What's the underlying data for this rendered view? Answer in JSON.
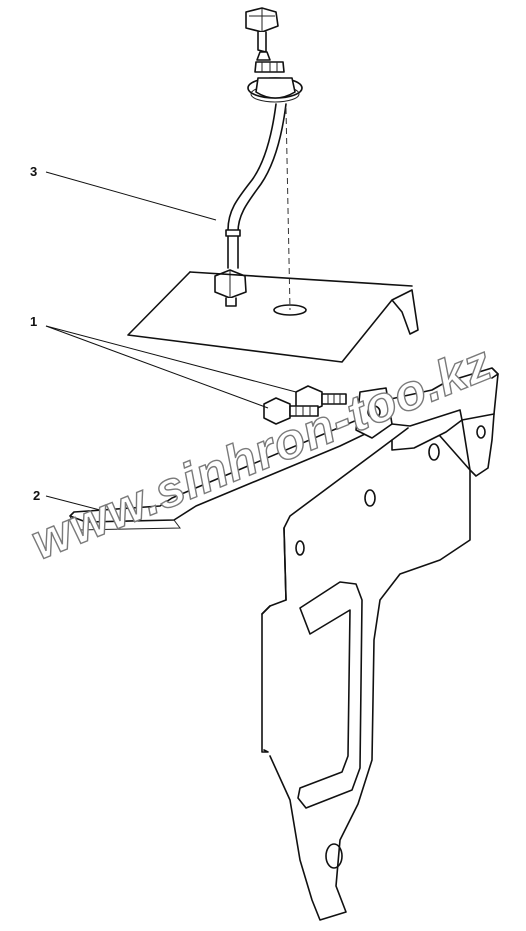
{
  "callouts": [
    {
      "id": "1",
      "label": "1"
    },
    {
      "id": "2",
      "label": "2"
    },
    {
      "id": "3",
      "label": "3"
    }
  ],
  "watermark": {
    "text": "www.sinhron-too.kz"
  },
  "colors": {
    "line": "#111111",
    "watermark_stroke": "#7a7a7a",
    "background": "#ffffff"
  }
}
